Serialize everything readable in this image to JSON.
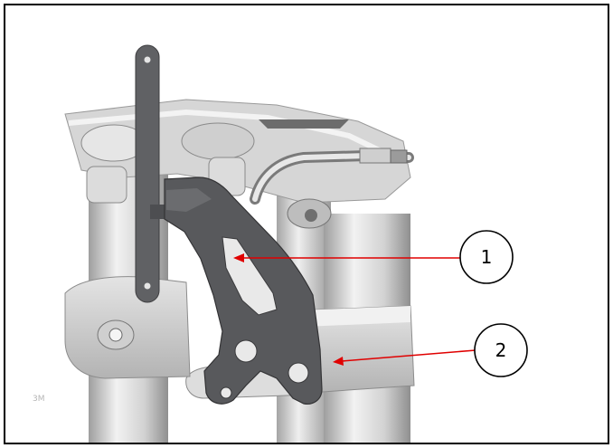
{
  "callouts": [
    {
      "label": "1",
      "target": "bracket-opening"
    },
    {
      "label": "2",
      "target": "lower-fork-clamp"
    }
  ],
  "watermark": "3M",
  "colors": {
    "arrow": "#e00000",
    "bracket": "#555659",
    "part_light": "#d9d9d9",
    "part_mid": "#bcbcbc",
    "part_dark": "#8e8e8e",
    "frame": "#000000"
  }
}
